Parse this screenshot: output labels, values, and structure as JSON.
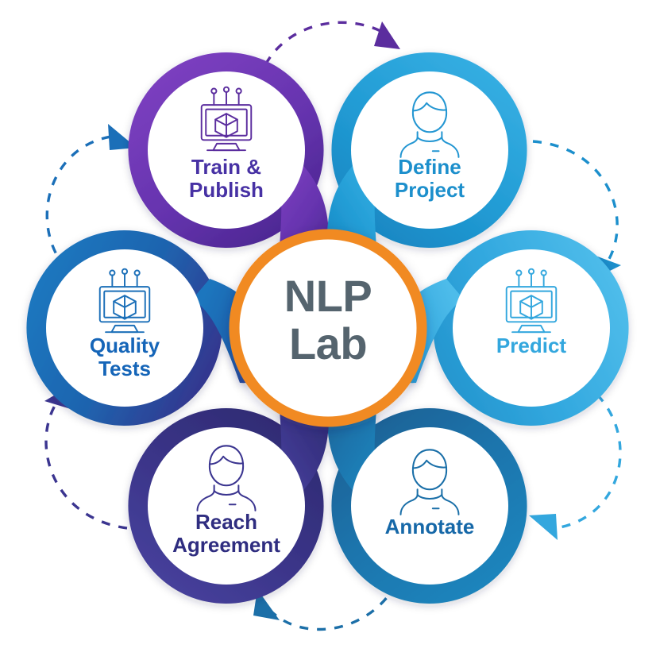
{
  "diagram": {
    "title": "NLP Lab",
    "type": "cyclic-process-flower",
    "background_color": "#ffffff",
    "hub": {
      "label_line1": "NLP",
      "label_line2": "Lab",
      "text_color": "#55646E",
      "ring_color": "#F18A21",
      "fill_color": "#ffffff"
    },
    "nodes": [
      {
        "id": "train-publish",
        "label_line1": "Train &",
        "label_line2": "Publish",
        "icon": "monitor-cube-icon",
        "color_outer": "#7B3FBF",
        "color_inner": "#5B2D9E",
        "text_color": "#4731A4",
        "icon_color": "#5B2D9E",
        "position": "top-left",
        "order": 6
      },
      {
        "id": "define-project",
        "label_line1": "Define",
        "label_line2": "Project",
        "icon": "person-icon",
        "color_outer": "#29A3DC",
        "color_inner": "#1C8FCC",
        "text_color": "#1C8FCC",
        "icon_color": "#2396D2",
        "position": "top-right",
        "order": 1
      },
      {
        "id": "predict",
        "label_line1": "Predict",
        "label_line2": "",
        "icon": "monitor-cube-icon",
        "color_outer": "#42B6E6",
        "color_inner": "#2BA3DC",
        "text_color": "#33A7DE",
        "icon_color": "#33A7DE",
        "position": "right",
        "order": 2
      },
      {
        "id": "annotate",
        "label_line1": "Annotate",
        "label_line2": "",
        "icon": "person-icon",
        "color_outer": "#1B7DB8",
        "color_inner": "#1A6FA8",
        "text_color": "#1668A8",
        "icon_color": "#1A6FA8",
        "position": "bottom-right",
        "order": 3
      },
      {
        "id": "reach-agreement",
        "label_line1": "Reach",
        "label_line2": "Agreement",
        "icon": "person-icon",
        "color_outer": "#413A94",
        "color_inner": "#34307F",
        "text_color": "#2F2D80",
        "icon_color": "#3B3590",
        "position": "bottom-left",
        "order": 4
      },
      {
        "id": "quality-tests",
        "label_line1": "Quality",
        "label_line2": "Tests",
        "icon": "monitor-cube-icon",
        "color_outer": "#1B6FB8",
        "color_inner": "#2F4C9E",
        "text_color": "#1565B8",
        "icon_color": "#1B6FB8",
        "position": "left",
        "order": 5
      }
    ],
    "arrows": [
      {
        "id": "arrow-train-to-define",
        "from": "train-publish",
        "to": "define-project",
        "color": "#5B2D9E",
        "style": "dashed-arc",
        "direction": "clockwise"
      },
      {
        "id": "arrow-define-to-predict",
        "from": "define-project",
        "to": "predict",
        "color": "#1C8FCC",
        "style": "dashed-arc",
        "direction": "clockwise"
      },
      {
        "id": "arrow-predict-to-annotate",
        "from": "predict",
        "to": "annotate",
        "color": "#33A7DE",
        "style": "dashed-arc",
        "direction": "clockwise"
      },
      {
        "id": "arrow-annotate-to-reach",
        "from": "annotate",
        "to": "reach-agreement",
        "color": "#1C6FA8",
        "style": "dashed-arc",
        "direction": "clockwise"
      },
      {
        "id": "arrow-reach-to-quality",
        "from": "reach-agreement",
        "to": "quality-tests",
        "color": "#3B3590",
        "style": "dashed-arc",
        "direction": "clockwise"
      },
      {
        "id": "arrow-quality-to-train",
        "from": "quality-tests",
        "to": "train-publish",
        "color": "#1B6FB8",
        "style": "dashed-arc",
        "direction": "clockwise"
      }
    ]
  }
}
